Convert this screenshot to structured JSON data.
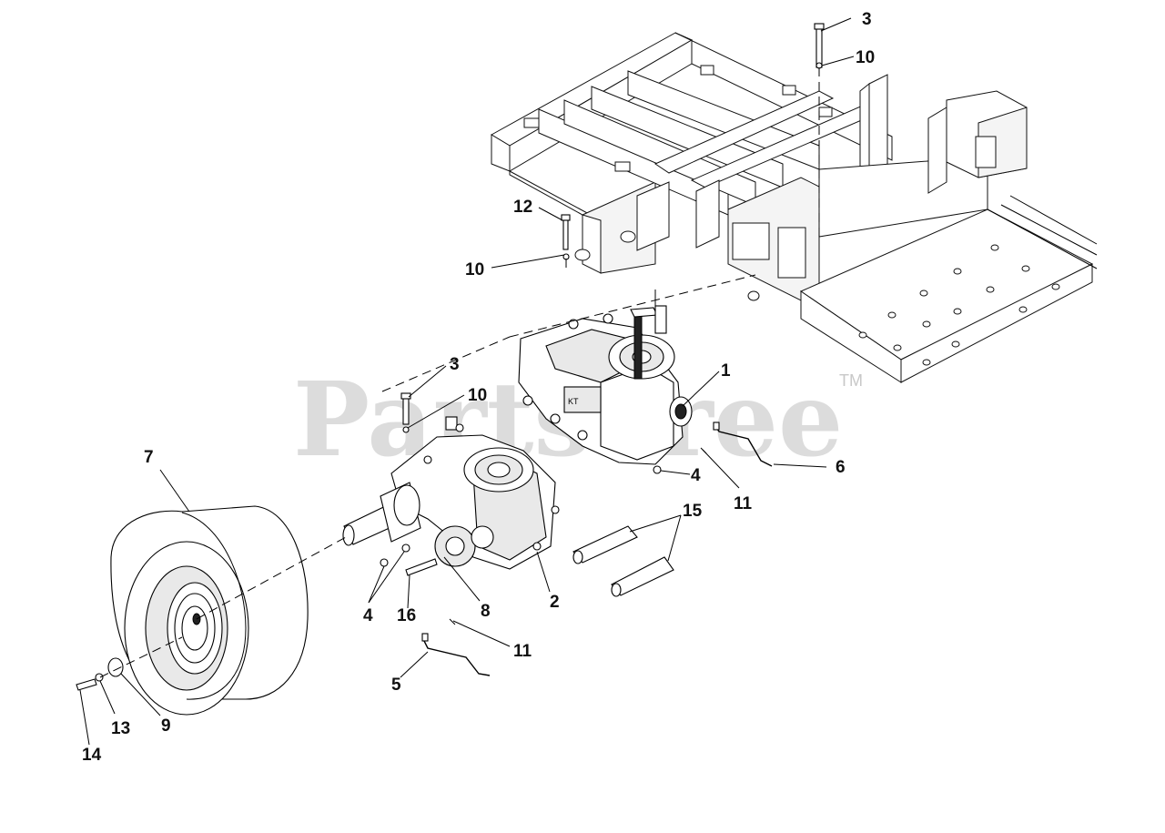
{
  "watermark": {
    "text": "PartsTree",
    "trademark": "TM"
  },
  "callouts": {
    "c1": "1",
    "c2": "2",
    "c3a": "3",
    "c3b": "3",
    "c4a": "4",
    "c4b": "4",
    "c5": "5",
    "c6": "6",
    "c7": "7",
    "c8": "8",
    "c9": "9",
    "c10a": "10",
    "c10b": "10",
    "c10c": "10",
    "c11a": "11",
    "c11b": "11",
    "c12": "12",
    "c13": "13",
    "c14": "14",
    "c15": "15",
    "c16": "16"
  },
  "colors": {
    "ink": "#000000",
    "watermark": "#d2d2d2",
    "background": "#ffffff"
  }
}
